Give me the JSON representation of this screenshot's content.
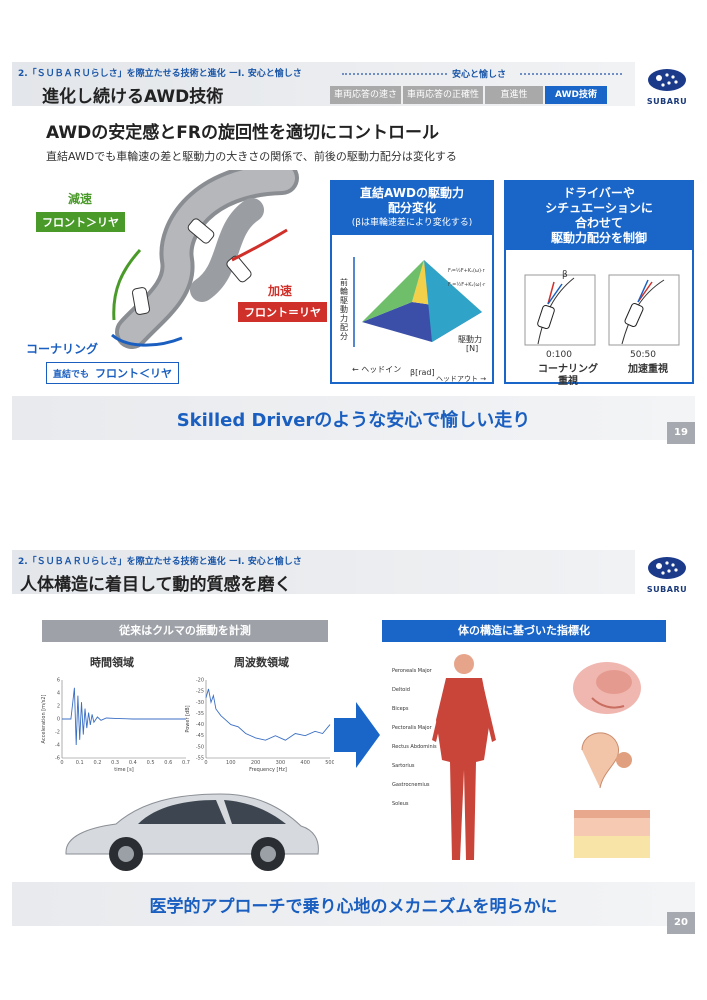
{
  "slide1": {
    "breadcrumb": "2.「ＳＵＢＡＲＵらしさ」を際立たせる技術と進化 ーⅠ. 安心と愉しさ",
    "section_label": "安心と愉しさ",
    "title": "進化し続けるAWD技術",
    "tabs": [
      {
        "label": "車両応答の速さ",
        "active": false
      },
      {
        "label": "車両応答の正確性",
        "active": false
      },
      {
        "label": "直進性",
        "active": false
      },
      {
        "label": "AWD技術",
        "active": true
      }
    ],
    "logo_text": "SUBARU",
    "headline": "AWDの安定感とFRの旋回性を適切にコントロール",
    "subline": "直結AWDでも車輪速の差と駆動力の大きさの関係で、前後の駆動力配分は変化する",
    "decel": {
      "label": "減速",
      "value": "フロント＞リヤ"
    },
    "accel": {
      "label": "加速",
      "value": "フロント＝リヤ"
    },
    "cornering": {
      "label": "コーナリング",
      "prefix": "直結でも",
      "value": "フロント＜リヤ"
    },
    "box1": {
      "title_line1": "直結AWDの駆動力",
      "title_line2": "配分変化",
      "note": "(βは車輪速差により変化する)",
      "y_axis": "前輪駆動力配分",
      "x_axis_left": "← ヘッドイン",
      "x_axis_mid": "β[rad]",
      "x_axis_right": "ヘッドアウト →",
      "z_axis": "駆動力",
      "z_unit": "[N]"
    },
    "box2": {
      "title_line1": "ドライバーや",
      "title_line2": "シチュエーションに",
      "title_line3": "合わせて",
      "title_line4": "駆動力配分を制御",
      "beta": "β",
      "ratio_a": "0:100",
      "ratio_b": "50:50",
      "mode_a_line1": "コーナリング",
      "mode_a_line2": "重視",
      "mode_b": "加速重視"
    },
    "tagline": "Skilled Driverのような安心で愉しい走り",
    "page_number": "19"
  },
  "slide2": {
    "breadcrumb": "2.「ＳＵＢＡＲＵらしさ」を際立たせる技術と進化 ーⅠ. 安心と愉しさ",
    "title": "人体構造に着目して動的質感を磨く",
    "logo_text": "SUBARU",
    "left_head": "従来はクルマの振動を計測",
    "right_head": "体の構造に基づいた指標化",
    "chart_time_title": "時間領域",
    "chart_freq_title": "周波数領域",
    "anatomy_labels": [
      "Peroneals Major",
      "Deltoid",
      "Biceps",
      "Pectoralis Major",
      "Rectus Abdominis",
      "Sartorius",
      "Gastrocnemius",
      "Soleus"
    ],
    "tagline": "医学的アプローチで乗り心地のメカニズムを明らかに",
    "page_number": "20"
  },
  "chart_data": [
    {
      "type": "line",
      "title": "",
      "xlabel": "time [s]",
      "ylabel": "Acceleration [m/s2]",
      "xlim": [
        0,
        0.7
      ],
      "ylim": [
        -6,
        6
      ],
      "xticks": [
        0,
        0.1,
        0.2,
        0.3,
        0.4,
        0.5,
        0.6,
        0.7
      ],
      "yticks": [
        6,
        4,
        2,
        0,
        -2,
        -4,
        -6
      ],
      "x": [
        0,
        0.05,
        0.07,
        0.08,
        0.09,
        0.1,
        0.11,
        0.12,
        0.13,
        0.14,
        0.15,
        0.16,
        0.17,
        0.18,
        0.2,
        0.22,
        0.25,
        0.3,
        0.4,
        0.5,
        0.6,
        0.7
      ],
      "series": [
        {
          "values": [
            0,
            0,
            4.8,
            -4,
            3.6,
            -3.2,
            2.6,
            -2.4,
            1.6,
            -1.4,
            1.0,
            -0.9,
            0.7,
            -0.5,
            0.3,
            -0.2,
            0.15,
            0.1,
            0,
            0,
            0,
            0
          ]
        }
      ]
    },
    {
      "type": "line",
      "title": "",
      "xlabel": "Frequency [Hz]",
      "ylabel": "Power [dB]",
      "xlim": [
        0,
        500
      ],
      "ylim": [
        -55,
        -20
      ],
      "xticks": [
        0,
        100,
        200,
        300,
        400,
        500
      ],
      "yticks": [
        -20,
        -25,
        -30,
        -35,
        -40,
        -45,
        -50,
        -55
      ],
      "x": [
        0,
        10,
        20,
        30,
        40,
        60,
        80,
        100,
        130,
        160,
        200,
        240,
        280,
        320,
        360,
        400,
        440,
        470,
        500
      ],
      "series": [
        {
          "values": [
            -28,
            -24,
            -30,
            -27,
            -33,
            -36,
            -38,
            -40,
            -41,
            -44,
            -46,
            -47,
            -45,
            -47,
            -44,
            -45,
            -43,
            -44,
            -40
          ]
        }
      ]
    }
  ]
}
